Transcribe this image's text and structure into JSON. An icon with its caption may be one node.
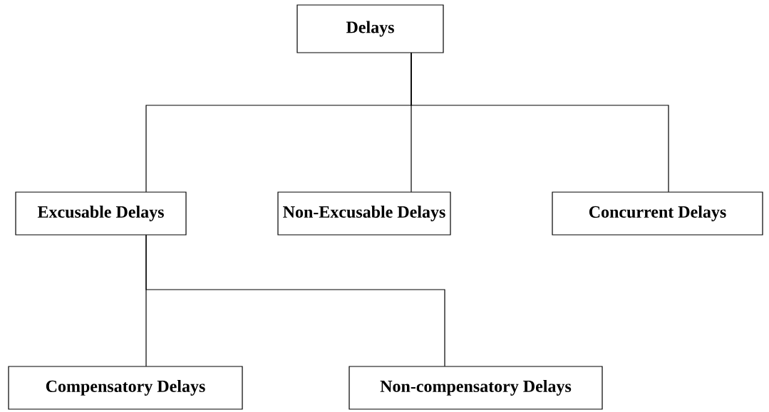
{
  "diagram": {
    "nodes": [
      {
        "text": [
          "Delays"
        ]
      },
      {
        "text": [
          "Excusable Delays"
        ]
      },
      {
        "text": [
          "Non-Excusable Delays"
        ]
      },
      {
        "text": [
          "Concurrent Delays"
        ]
      },
      {
        "text": [
          "Compensatory Delays"
        ]
      },
      {
        "text": [
          "Non-compensatory Delays"
        ]
      }
    ],
    "edges": [
      {
        "from": 0,
        "to": 1,
        "arrow": "none"
      },
      {
        "from": 0,
        "to": 2,
        "arrow": "none"
      },
      {
        "from": 0,
        "to": 3,
        "arrow": "none"
      },
      {
        "from": 1,
        "to": 4,
        "arrow": "none"
      },
      {
        "from": 1,
        "to": 5,
        "arrow": "none"
      }
    ]
  }
}
